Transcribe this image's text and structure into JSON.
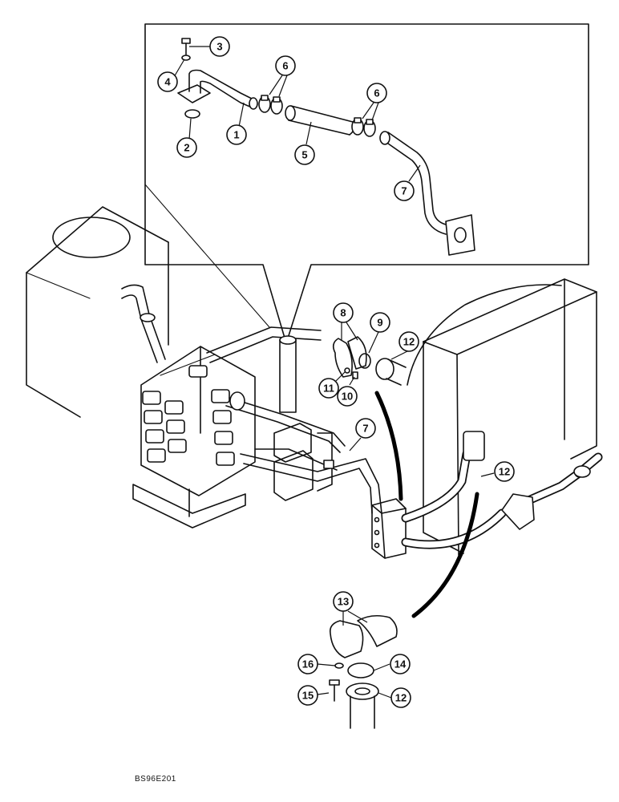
{
  "diagram": {
    "reference_code": "BS96E201",
    "callouts": [
      {
        "id": "c1",
        "label": "1"
      },
      {
        "id": "c2",
        "label": "2"
      },
      {
        "id": "c3",
        "label": "3"
      },
      {
        "id": "c4",
        "label": "4"
      },
      {
        "id": "c5",
        "label": "5"
      },
      {
        "id": "c6a",
        "label": "6"
      },
      {
        "id": "c6b",
        "label": "6"
      },
      {
        "id": "c7a",
        "label": "7"
      },
      {
        "id": "c7b",
        "label": "7"
      },
      {
        "id": "c8",
        "label": "8"
      },
      {
        "id": "c9",
        "label": "9"
      },
      {
        "id": "c10",
        "label": "10"
      },
      {
        "id": "c11",
        "label": "11"
      },
      {
        "id": "c12a",
        "label": "12"
      },
      {
        "id": "c12b",
        "label": "12"
      },
      {
        "id": "c12c",
        "label": "12"
      },
      {
        "id": "c13",
        "label": "13"
      },
      {
        "id": "c14",
        "label": "14"
      },
      {
        "id": "c15",
        "label": "15"
      },
      {
        "id": "c16",
        "label": "16"
      }
    ]
  }
}
